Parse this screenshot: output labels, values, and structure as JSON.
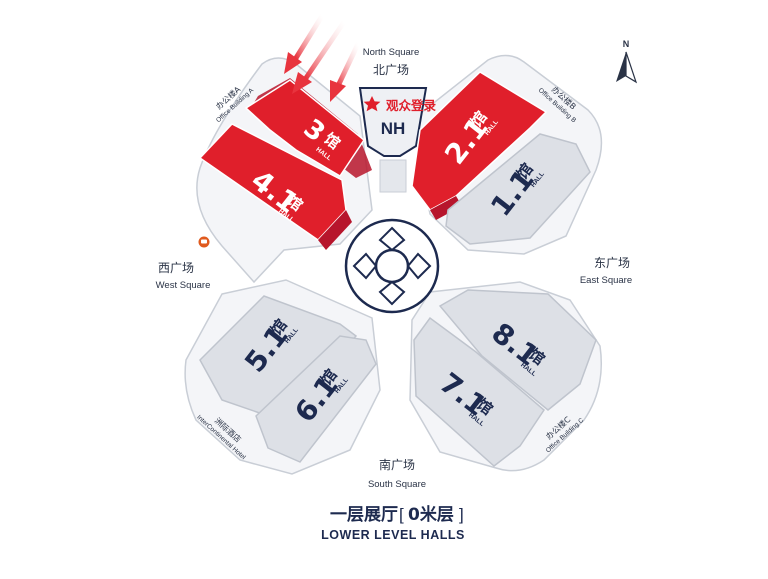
{
  "compass": {
    "north_label": "N",
    "icon": "north-arrow-icon"
  },
  "squares": {
    "north": {
      "cn": "北广场",
      "en": "North Square"
    },
    "south": {
      "cn": "南广场",
      "en": "South Square"
    },
    "west": {
      "cn": "西广场",
      "en": "West Square"
    },
    "east": {
      "cn": "东广场",
      "en": "East Square"
    }
  },
  "entrance": {
    "cn": "观众登录",
    "code": "NH",
    "icon": "star-icon"
  },
  "buildings": {
    "office_a": {
      "cn": "办公楼A",
      "en": "Office Building A"
    },
    "office_b": {
      "cn": "办公楼B",
      "en": "Office Building B"
    },
    "office_c": {
      "cn": "办公楼C",
      "en": "Office Building C"
    },
    "hotel": {
      "cn": "洲际酒店",
      "en": "InterContinental Hotel"
    }
  },
  "metro_icon": "metro-icon",
  "halls": [
    {
      "id": "3",
      "number": "3",
      "cn": "馆",
      "en": "HALL",
      "highlighted": true
    },
    {
      "id": "4_1",
      "number": "4.1",
      "cn": "馆",
      "en": "HALL",
      "highlighted": true
    },
    {
      "id": "2_1",
      "number": "2.1",
      "cn": "馆",
      "en": "HALL",
      "highlighted": true
    },
    {
      "id": "1_1",
      "number": "1.1",
      "cn": "馆",
      "en": "HALL",
      "highlighted": false
    },
    {
      "id": "5_1",
      "number": "5.1",
      "cn": "馆",
      "en": "HALL",
      "highlighted": false
    },
    {
      "id": "6_1",
      "number": "6.1",
      "cn": "馆",
      "en": "HALL",
      "highlighted": false
    },
    {
      "id": "8_1",
      "number": "8.1",
      "cn": "馆",
      "en": "HALL",
      "highlighted": false
    },
    {
      "id": "7_1",
      "number": "7.1",
      "cn": "馆",
      "en": "HALL",
      "highlighted": false
    }
  ],
  "title": {
    "cn_prefix": "一层展厅",
    "bracket_open": "[",
    "cn_level": "0米层",
    "bracket_close": "]",
    "en": "LOWER LEVEL HALLS"
  },
  "colors": {
    "highlight": "#e01f2b",
    "hall_gray": "#dde0e6",
    "hall_edge": "#bfc4cd",
    "outline": "#c9ced6",
    "text": "#2a3346",
    "navy": "#1d2a4f",
    "arrow": "#e8343e"
  }
}
